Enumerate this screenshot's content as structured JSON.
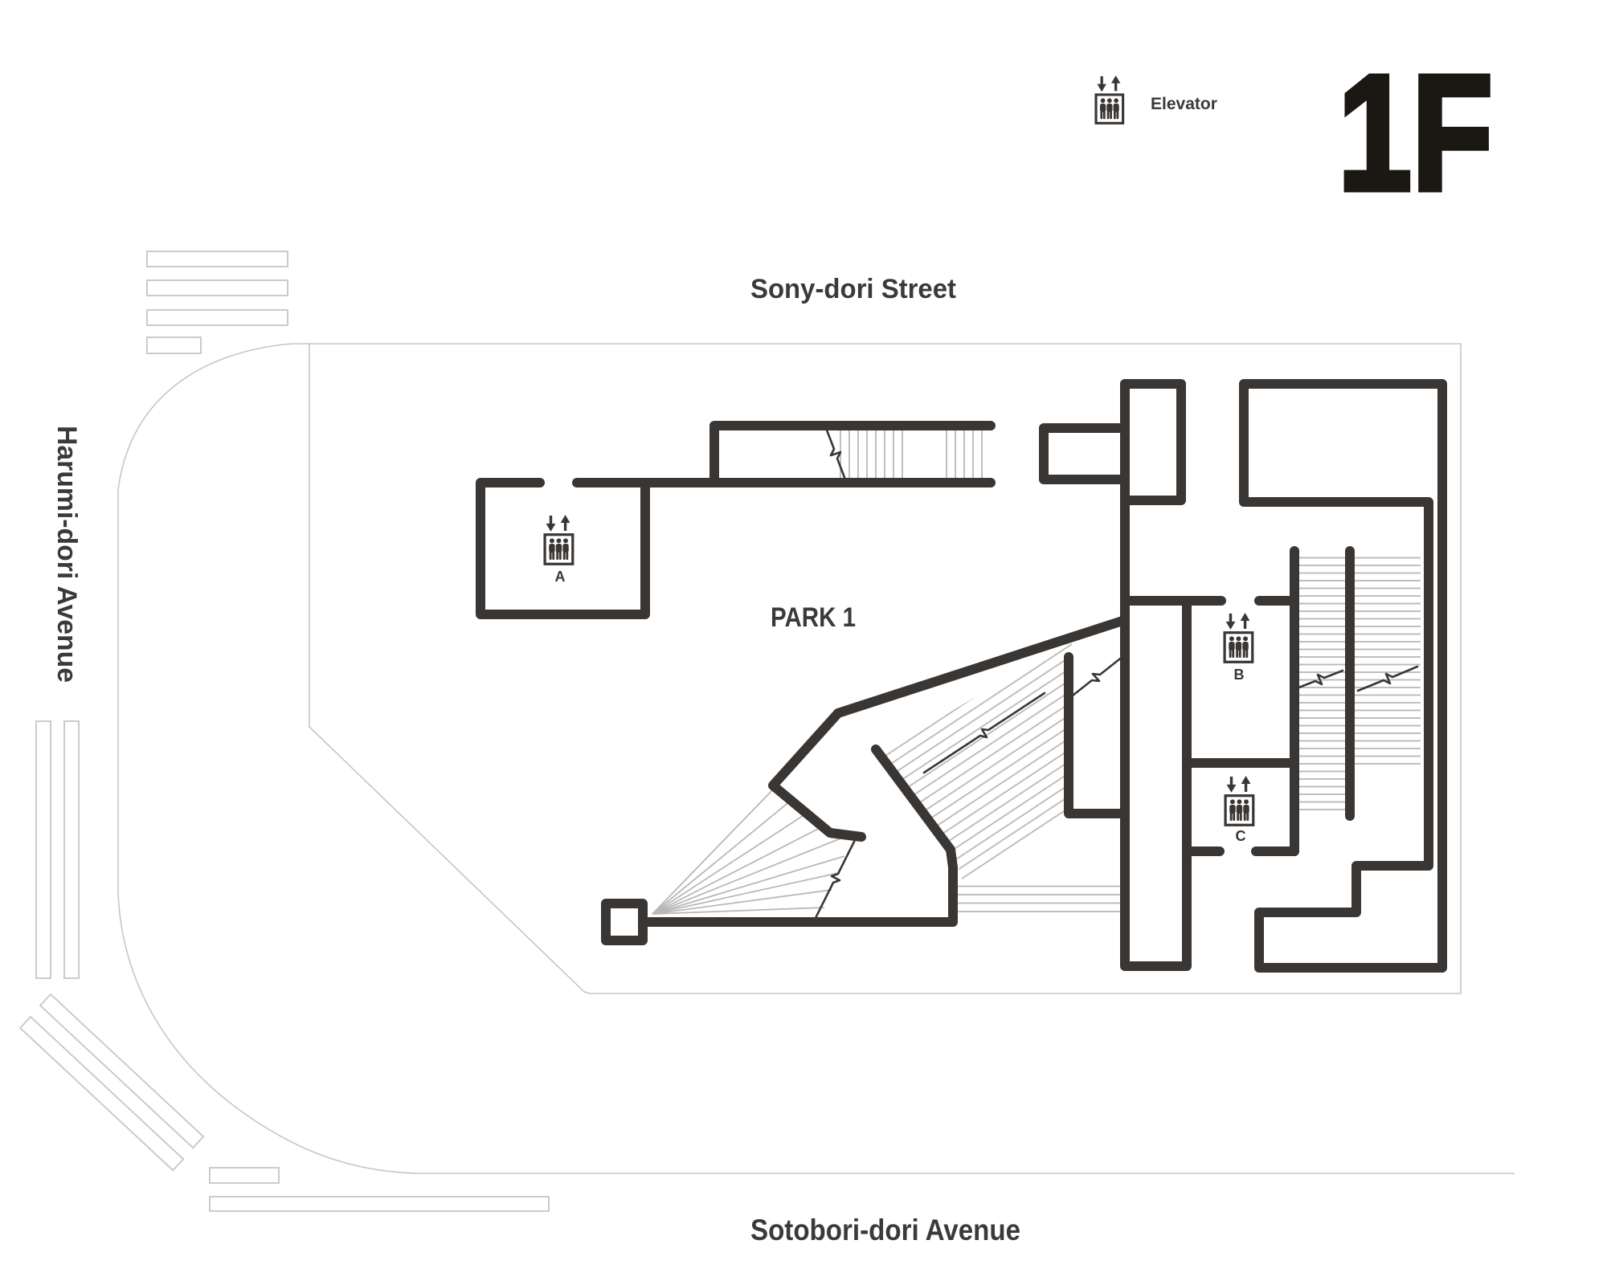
{
  "page": {
    "floor_label": "1F"
  },
  "legend": {
    "elevator_label": "Elevator",
    "icon": "elevator-icon"
  },
  "streets": {
    "top": "Sony-dori Street",
    "left": "Harumi-dori Avenue",
    "bottom": "Sotobori-dori Avenue"
  },
  "areas": {
    "park_label": "PARK 1"
  },
  "elevators": [
    {
      "id": "A",
      "label": "A"
    },
    {
      "id": "B",
      "label": "B"
    },
    {
      "id": "C",
      "label": "C"
    }
  ],
  "colors": {
    "wall": "#3a3633",
    "tread": "#b8b8b8",
    "boundary": "#c6c6c6",
    "crosswalk": "#cbcbcb",
    "text": "#3a3a3a",
    "floor_text": "#1b1814",
    "background": "#ffffff"
  }
}
